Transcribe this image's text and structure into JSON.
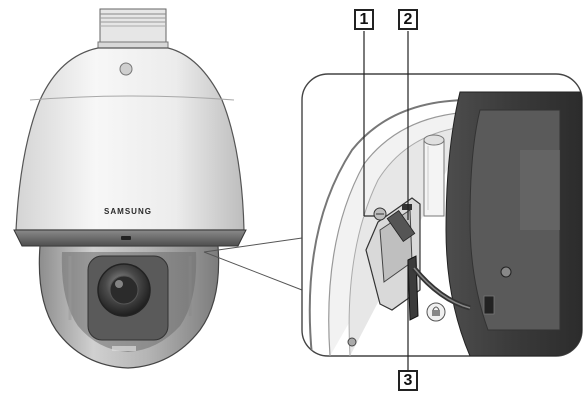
{
  "camera": {
    "brand": "SAMSUNG"
  },
  "callouts": [
    {
      "number": "1"
    },
    {
      "number": "2"
    },
    {
      "number": "3"
    }
  ],
  "colors": {
    "dome_light": "#f2f2f2",
    "dome_shade": "#cfcfcf",
    "ring_dark": "#6a6a6a",
    "lens_dark": "#3a3a3a",
    "outline": "#333333"
  }
}
